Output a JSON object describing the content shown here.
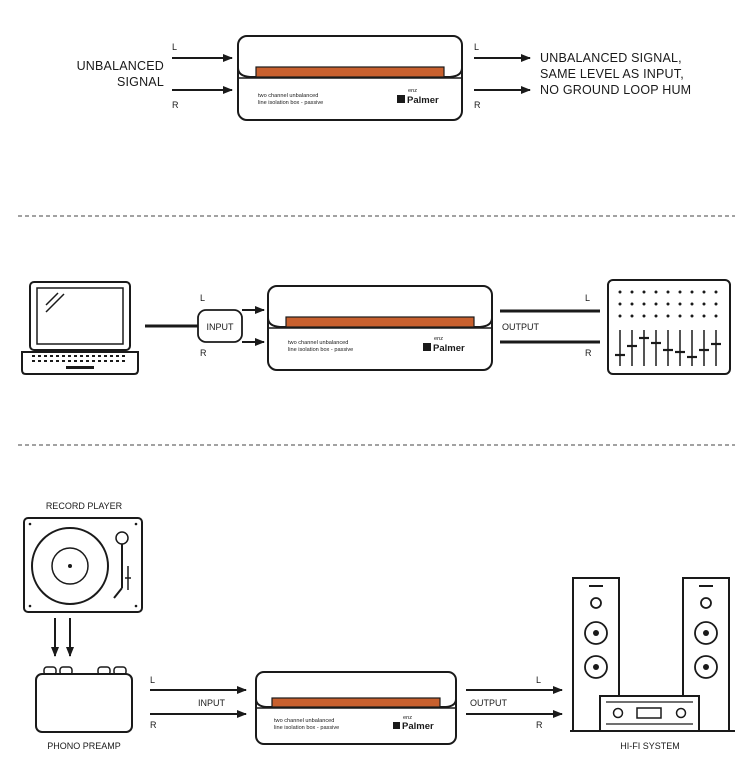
{
  "section1": {
    "input_label_line1": "UNBALANCED",
    "input_label_line2": "SIGNAL",
    "left_in": "L",
    "right_in": "R",
    "left_out": "L",
    "right_out": "R",
    "output_line1": "UNBALANCED SIGNAL,",
    "output_line2": "SAME LEVEL AS INPUT,",
    "output_line3": "NO GROUND LOOP HUM"
  },
  "device": {
    "line1": "two channel unbalanced",
    "line2": "line isolation box - passive",
    "brand_small": "enz",
    "brand": "Palmer",
    "accent_color": "#c8602e"
  },
  "section2": {
    "left_in": "L",
    "right_in": "R",
    "input_label": "INPUT",
    "output_label": "OUTPUT",
    "left_out": "L",
    "right_out": "R"
  },
  "section3": {
    "record_player_label": "RECORD PLAYER",
    "preamp_label": "PHONO PREAMP",
    "left_in": "L",
    "right_in": "R",
    "input_label": "INPUT",
    "output_label": "OUTPUT",
    "left_out": "L",
    "right_out": "R",
    "hifi_label": "HI-FI SYSTEM"
  }
}
